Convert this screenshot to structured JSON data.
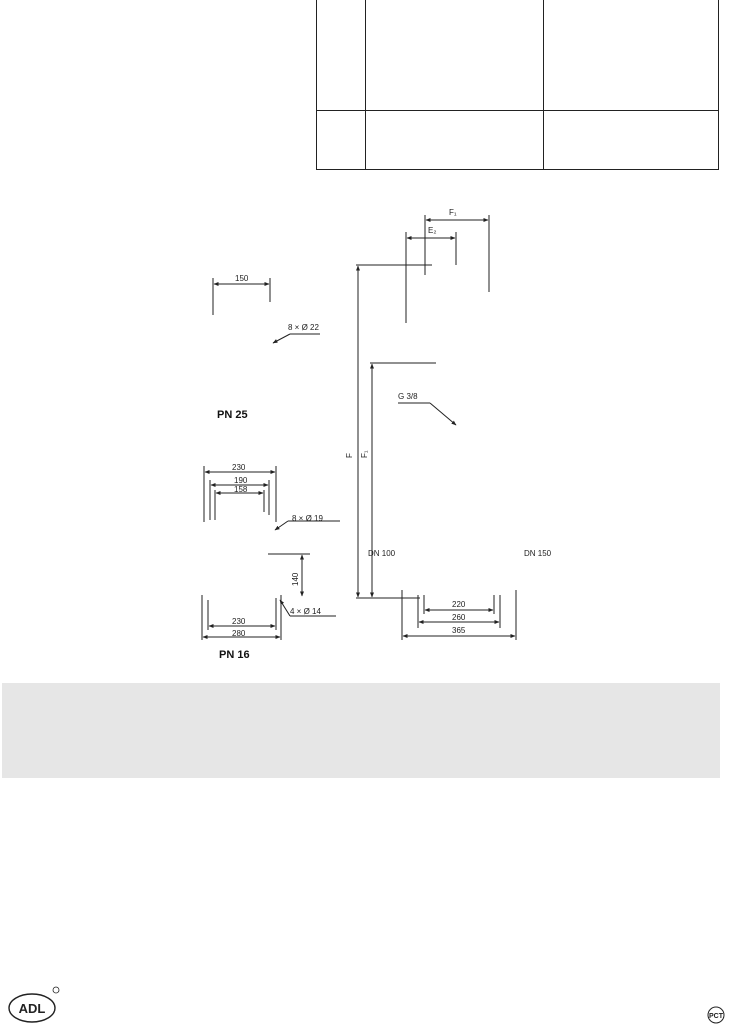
{
  "table": {
    "rows": [
      [
        "",
        "",
        ""
      ],
      [
        "",
        "",
        ""
      ]
    ]
  },
  "drawing": {
    "pn25_label": "PN 25",
    "pn16_label": "PN 16",
    "dim_150": "150",
    "dim_8x22": "8 × Ø 22",
    "dim_230": "230",
    "dim_190": "190",
    "dim_158": "158",
    "dim_8x19": "8 × Ø 19",
    "dim_140": "140",
    "dim_4x14": "4 × Ø 14",
    "dim_230b": "230",
    "dim_280": "280",
    "dim_F": "F",
    "dim_F1": "F₁",
    "dim_E1": "F₁",
    "dim_E2": "E₂",
    "dim_g38": "G 3/8",
    "dim_dn100": "DN 100",
    "dim_dn150": "DN 150",
    "dim_220": "220",
    "dim_260": "260",
    "dim_365": "365"
  },
  "logos": {
    "left": "ADL",
    "right": "PCT"
  }
}
